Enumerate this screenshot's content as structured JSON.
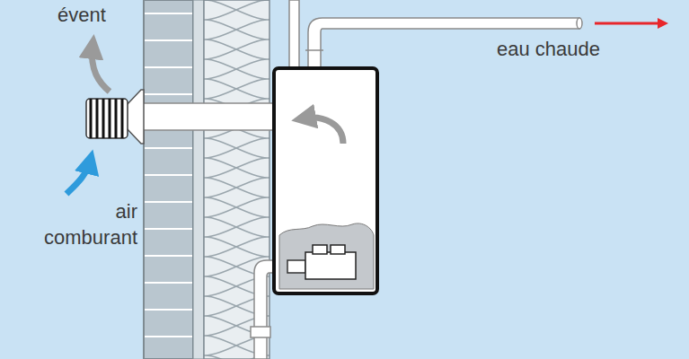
{
  "diagram": {
    "labels": [
      "évent",
      "air comburant",
      "eau chaude"
    ]
  }
}
